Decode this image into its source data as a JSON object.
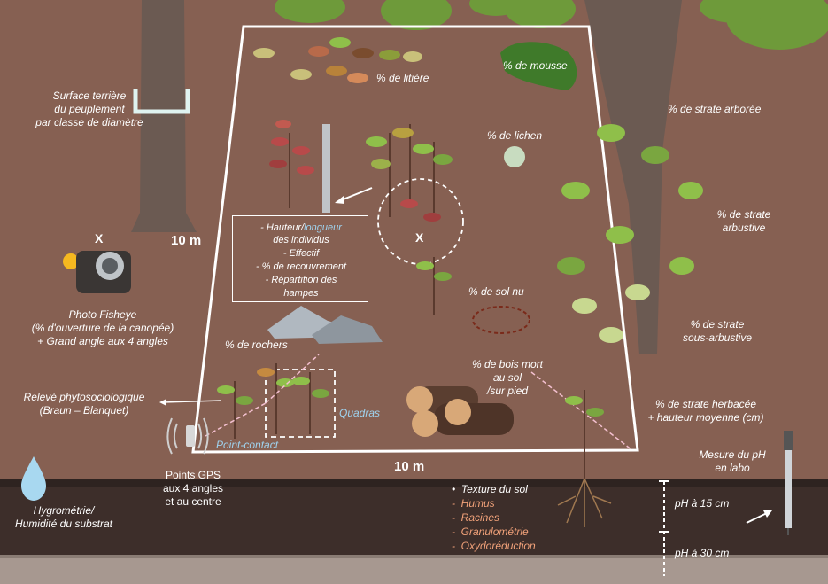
{
  "labels": {
    "surface_terriere": [
      "Surface terrière",
      "du peuplement",
      "par classe de diamètre"
    ],
    "litiere": "% de litière",
    "mousse": "% de mousse",
    "strate_arboree": "% de strate arborée",
    "lichen": "% de lichen",
    "strate_arbustive": [
      "% de strate",
      "arbustive"
    ],
    "strate_sous_arbustive": [
      "% de strate",
      "sous-arbustive"
    ],
    "sol_nu": "% de sol nu",
    "rochers": "% de rochers",
    "bois_mort": [
      "% de bois mort",
      "au sol",
      "/sur pied"
    ],
    "strate_herbacee": [
      "% de strate herbacée",
      "+ hauteur moyenne (cm)"
    ],
    "photo_fisheye": [
      "Photo Fisheye",
      "(% d'ouverture de la canopée)",
      "+ Grand angle aux 4 angles"
    ],
    "releve": [
      "Relevé phytosociologique",
      "(Braun – Blanquet)"
    ],
    "quadras": "Quadras",
    "point_contact": "Point-contact",
    "points_gps": [
      "Points GPS",
      "aux 4 angles",
      "et au centre"
    ],
    "hygrometrie": [
      "Hygrométrie/",
      "Humidité du substrat"
    ],
    "mesure_ph": [
      "Mesure du pH",
      "en labo"
    ],
    "ph15": "pH à 15 cm",
    "ph30": "pH à 30 cm",
    "dim_side": "10 m",
    "dim_bottom": "10 m",
    "x_center": "X",
    "x_photo": "X"
  },
  "infobox": {
    "line1_white": "- Hauteur/",
    "line1_blue": "longueur",
    "line2_blue": "des individus",
    "line3": "- Effectif",
    "line4": "-     % de recouvrement",
    "line5": "-     Répartition des",
    "line6": "hampes"
  },
  "soil": {
    "items": [
      {
        "text": "Texture du sol",
        "color": "#ffffff"
      },
      {
        "text": "Humus",
        "color": "#f2a27a"
      },
      {
        "text": "Racines",
        "color": "#f2a27a"
      },
      {
        "text": "Granulométrie",
        "color": "#f2a27a"
      },
      {
        "text": "Oxydoréduction",
        "color": "#f2a27a"
      }
    ]
  },
  "colors": {
    "background": "#866052",
    "soil_dark": "#3d2e2a",
    "soil_light": "#a79890",
    "plot_border": "#ffffff",
    "accent_blue": "#9fd3ef",
    "accent_orange": "#f2a27a",
    "tree_trunk": "#6b5a52",
    "foliage": "#8fbf4a"
  }
}
